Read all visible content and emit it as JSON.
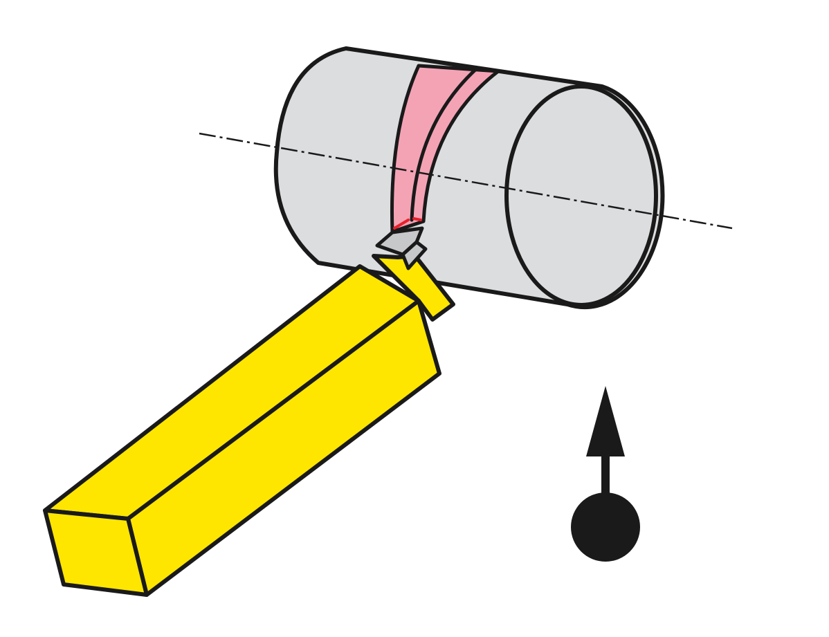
{
  "diagram": {
    "colors": {
      "workpiece": "#dcdddf",
      "groove": "#f4a3b5",
      "cutting_edge": "#e8202a",
      "tool": "#ffe600",
      "insert": "#c7c8ca",
      "outline": "#1a1a1a"
    },
    "icons": [
      "workpiece-cylinder",
      "grooving-tool",
      "feed-direction-arrow"
    ]
  }
}
